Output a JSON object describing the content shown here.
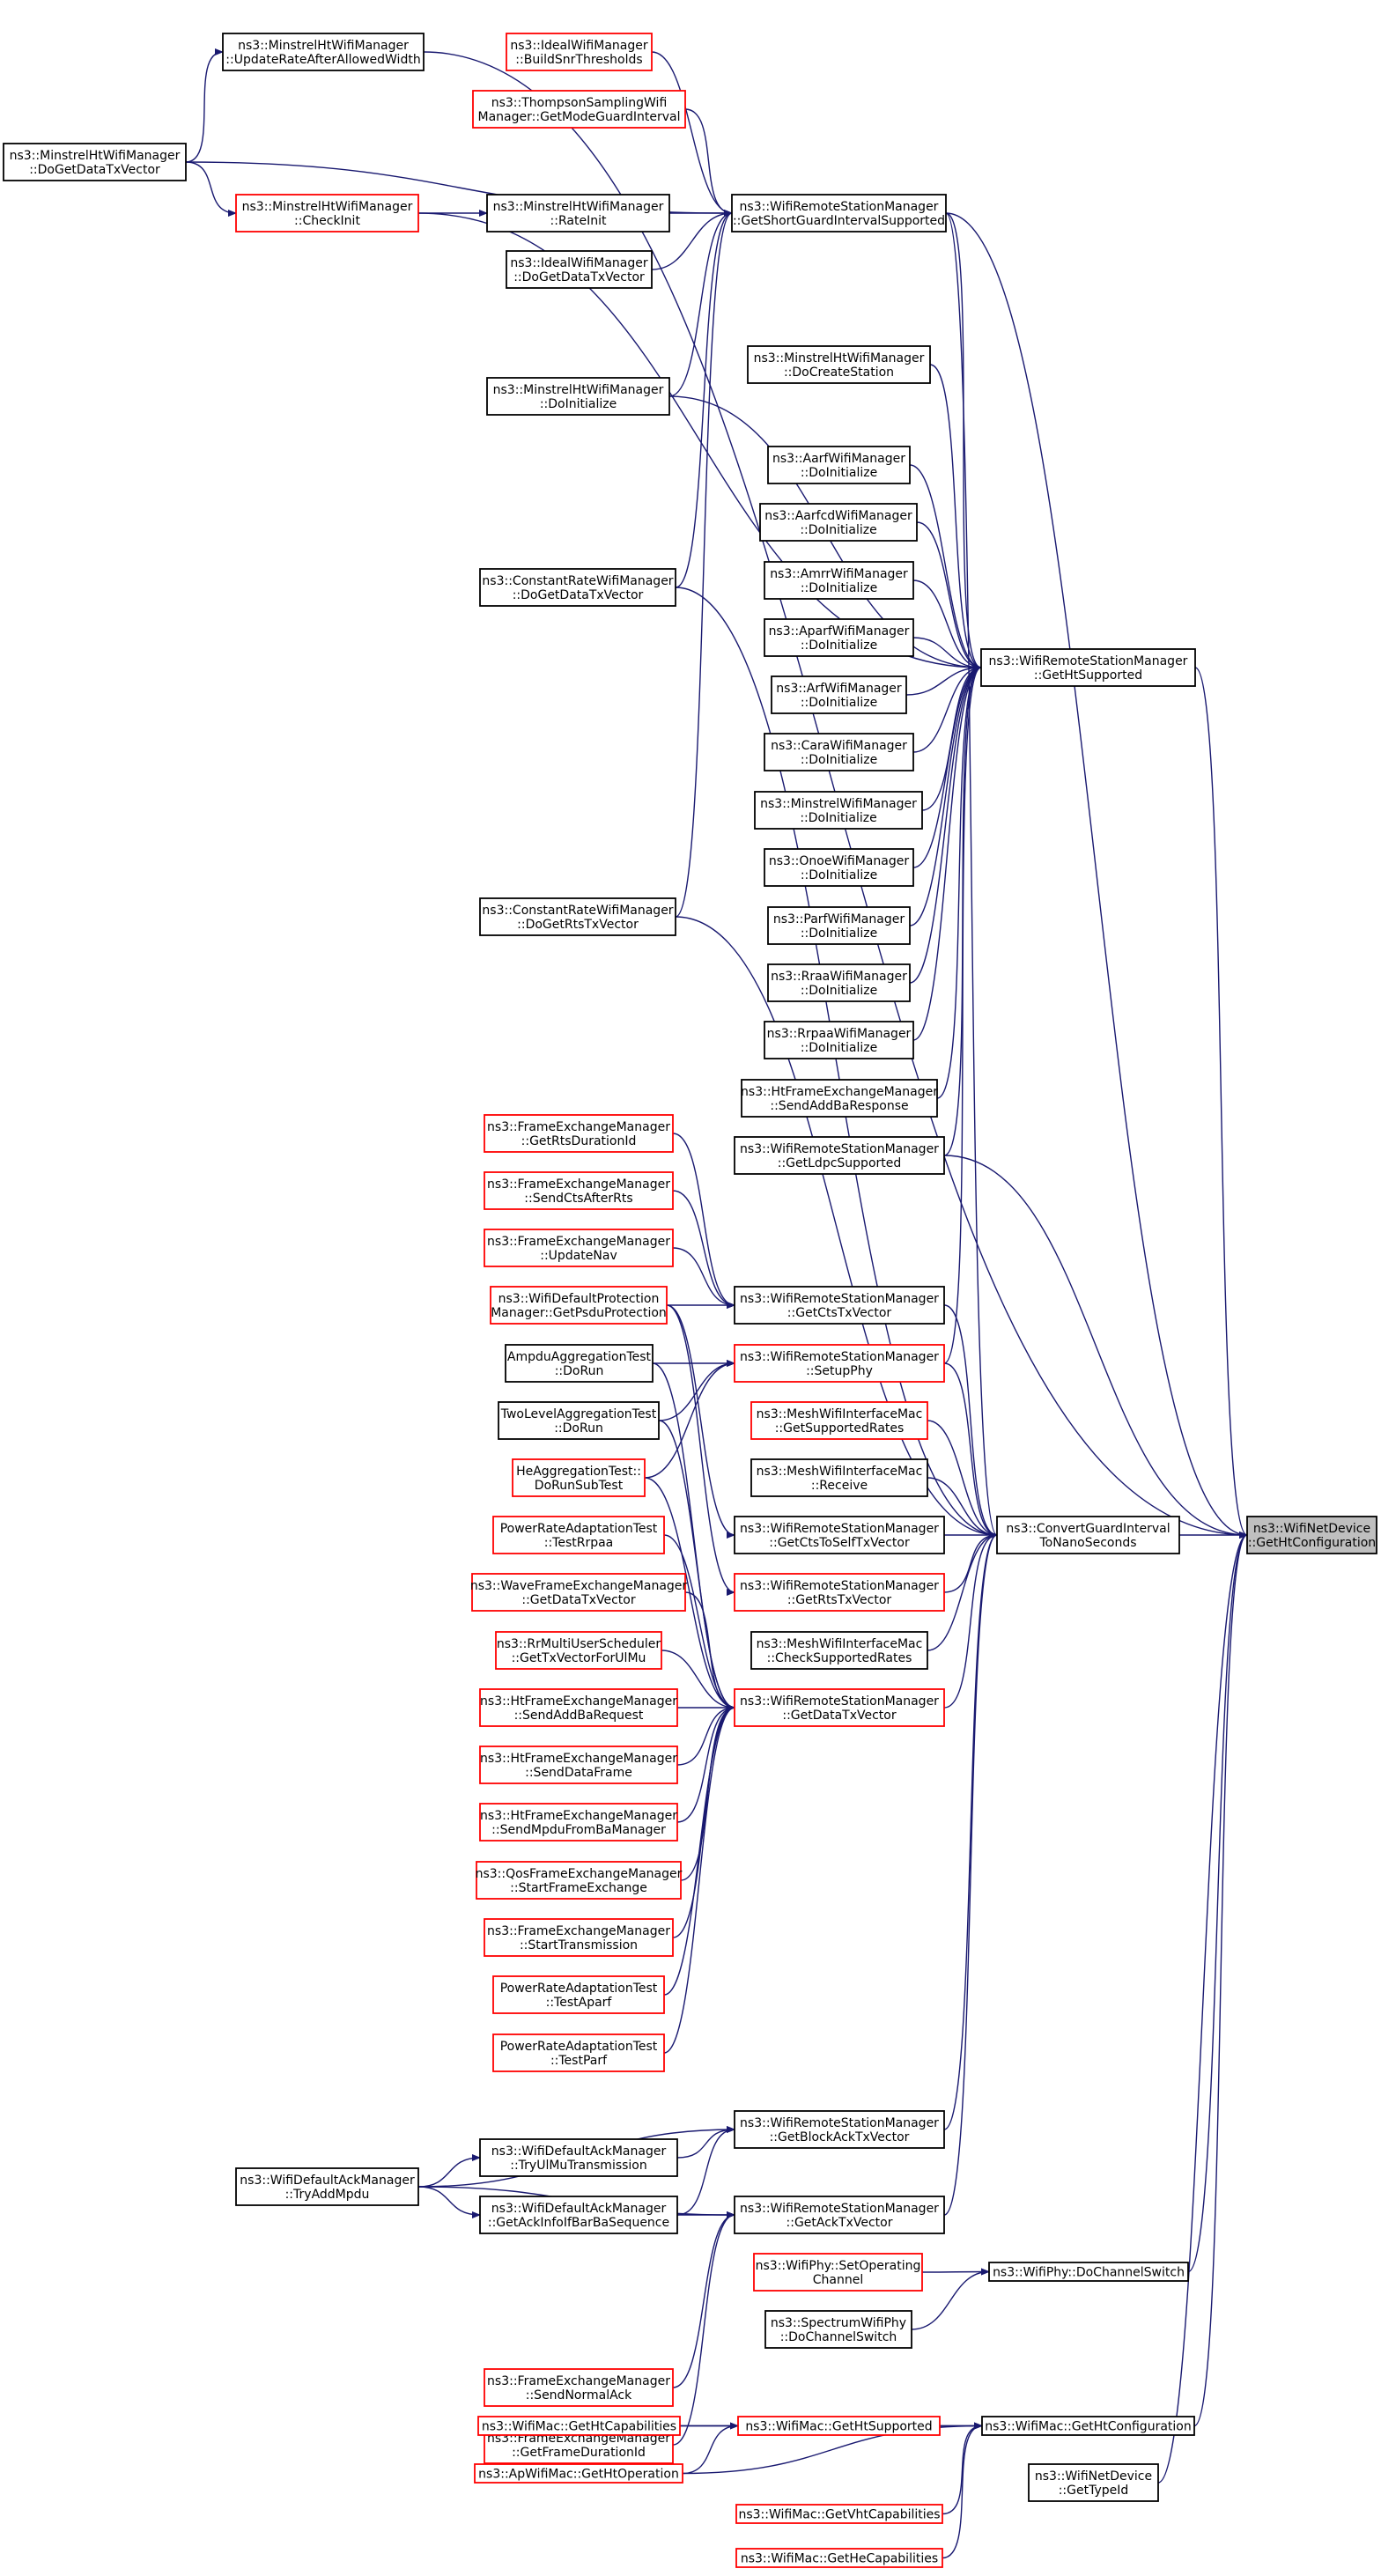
{
  "colors": {
    "edge": "#191970",
    "red_border": "#ff0000",
    "black_border": "#000000",
    "highlight_fill": "#bfbfbf"
  },
  "nodes": {
    "mhUpdateRate": {
      "lines": [
        "ns3::MinstrelHtWifiManager",
        "::UpdateRateAfterAllowedWidth"
      ],
      "border": "black"
    },
    "mhDoGetData": {
      "lines": [
        "ns3::MinstrelHtWifiManager",
        "::DoGetDataTxVector"
      ],
      "border": "black"
    },
    "mhCheckInit": {
      "lines": [
        "ns3::MinstrelHtWifiManager",
        "::CheckInit"
      ],
      "border": "red"
    },
    "mhRateInit": {
      "lines": [
        "ns3::MinstrelHtWifiManager",
        "::RateInit"
      ],
      "border": "black"
    },
    "idealBuildSnr": {
      "lines": [
        "ns3::IdealWifiManager",
        "::BuildSnrThresholds"
      ],
      "border": "red"
    },
    "thompsonGI": {
      "lines": [
        "ns3::ThompsonSamplingWifi",
        "Manager::GetModeGuardInterval"
      ],
      "border": "red"
    },
    "idealDoGetData": {
      "lines": [
        "ns3::IdealWifiManager",
        "::DoGetDataTxVector"
      ],
      "border": "black"
    },
    "mhDoInit": {
      "lines": [
        "ns3::MinstrelHtWifiManager",
        "::DoInitialize"
      ],
      "border": "black"
    },
    "mhDoCreate": {
      "lines": [
        "ns3::MinstrelHtWifiManager",
        "::DoCreateStation"
      ],
      "border": "black"
    },
    "rsmShortGI": {
      "lines": [
        "ns3::WifiRemoteStationManager",
        "::GetShortGuardIntervalSupported"
      ],
      "border": "black"
    },
    "aarf": {
      "lines": [
        "ns3::AarfWifiManager",
        "::DoInitialize"
      ],
      "border": "black"
    },
    "aarfcd": {
      "lines": [
        "ns3::AarfcdWifiManager",
        "::DoInitialize"
      ],
      "border": "black"
    },
    "amrr": {
      "lines": [
        "ns3::AmrrWifiManager",
        "::DoInitialize"
      ],
      "border": "black"
    },
    "aparf": {
      "lines": [
        "ns3::AparfWifiManager",
        "::DoInitialize"
      ],
      "border": "black"
    },
    "arf": {
      "lines": [
        "ns3::ArfWifiManager",
        "::DoInitialize"
      ],
      "border": "black"
    },
    "cara": {
      "lines": [
        "ns3::CaraWifiManager",
        "::DoInitialize"
      ],
      "border": "black"
    },
    "minstrel": {
      "lines": [
        "ns3::MinstrelWifiManager",
        "::DoInitialize"
      ],
      "border": "black"
    },
    "onoe": {
      "lines": [
        "ns3::OnoeWifiManager",
        "::DoInitialize"
      ],
      "border": "black"
    },
    "parf": {
      "lines": [
        "ns3::ParfWifiManager",
        "::DoInitialize"
      ],
      "border": "black"
    },
    "rraa": {
      "lines": [
        "ns3::RraaWifiManager",
        "::DoInitialize"
      ],
      "border": "black"
    },
    "rrpaa": {
      "lines": [
        "ns3::RrpaaWifiManager",
        "::DoInitialize"
      ],
      "border": "black"
    },
    "htSendAddBaResp": {
      "lines": [
        "ns3::HtFrameExchangeManager",
        "::SendAddBaResponse"
      ],
      "border": "black"
    },
    "rsmLdpc": {
      "lines": [
        "ns3::WifiRemoteStationManager",
        "::GetLdpcSupported"
      ],
      "border": "black"
    },
    "rsmHtSupported": {
      "lines": [
        "ns3::WifiRemoteStationManager",
        "::GetHtSupported"
      ],
      "border": "black"
    },
    "crDoGetData": {
      "lines": [
        "ns3::ConstantRateWifiManager",
        "::DoGetDataTxVector"
      ],
      "border": "black"
    },
    "crDoGetRts": {
      "lines": [
        "ns3::ConstantRateWifiManager",
        "::DoGetRtsTxVector"
      ],
      "border": "black"
    },
    "femGetRtsDur": {
      "lines": [
        "ns3::FrameExchangeManager",
        "::GetRtsDurationId"
      ],
      "border": "red"
    },
    "femSendCts": {
      "lines": [
        "ns3::FrameExchangeManager",
        "::SendCtsAfterRts"
      ],
      "border": "red"
    },
    "femUpdateNav": {
      "lines": [
        "ns3::FrameExchangeManager",
        "::UpdateNav"
      ],
      "border": "red"
    },
    "wdpGetPsdu": {
      "lines": [
        "ns3::WifiDefaultProtection",
        "Manager::GetPsduProtection"
      ],
      "border": "red"
    },
    "ampduTest": {
      "lines": [
        "AmpduAggregationTest",
        "::DoRun"
      ],
      "border": "black"
    },
    "twoLevelTest": {
      "lines": [
        "TwoLevelAggregationTest",
        "::DoRun"
      ],
      "border": "black"
    },
    "heAggTest": {
      "lines": [
        "HeAggregationTest::",
        "DoRunSubTest"
      ],
      "border": "red"
    },
    "rsmGetCts": {
      "lines": [
        "ns3::WifiRemoteStationManager",
        "::GetCtsTxVector"
      ],
      "border": "black"
    },
    "rsmSetupPhy": {
      "lines": [
        "ns3::WifiRemoteStationManager",
        "::SetupPhy"
      ],
      "border": "red"
    },
    "meshGetRates": {
      "lines": [
        "ns3::MeshWifiInterfaceMac",
        "::GetSupportedRates"
      ],
      "border": "red"
    },
    "meshReceive": {
      "lines": [
        "ns3::MeshWifiInterfaceMac",
        "::Receive"
      ],
      "border": "black"
    },
    "rsmGetCtsToSelf": {
      "lines": [
        "ns3::WifiRemoteStationManager",
        "::GetCtsToSelfTxVector"
      ],
      "border": "black"
    },
    "rsmGetRts": {
      "lines": [
        "ns3::WifiRemoteStationManager",
        "::GetRtsTxVector"
      ],
      "border": "red"
    },
    "meshCheckRates": {
      "lines": [
        "ns3::MeshWifiInterfaceMac",
        "::CheckSupportedRates"
      ],
      "border": "black"
    },
    "convertGI": {
      "lines": [
        "ns3::ConvertGuardInterval",
        "ToNanoSeconds"
      ],
      "border": "black"
    },
    "netDevGetHtConf": {
      "lines": [
        "ns3::WifiNetDevice",
        "::GetHtConfiguration"
      ],
      "border": "gray"
    },
    "praTestRrpaa": {
      "lines": [
        "PowerRateAdaptationTest",
        "::TestRrpaa"
      ],
      "border": "red"
    },
    "waveGetData": {
      "lines": [
        "ns3::WaveFrameExchangeManager",
        "::GetDataTxVector"
      ],
      "border": "red"
    },
    "rrMuSched": {
      "lines": [
        "ns3::RrMultiUserScheduler",
        "::GetTxVectorForUlMu"
      ],
      "border": "red"
    },
    "htSendAddBaReq": {
      "lines": [
        "ns3::HtFrameExchangeManager",
        "::SendAddBaRequest"
      ],
      "border": "red"
    },
    "htSendDataFrame": {
      "lines": [
        "ns3::HtFrameExchangeManager",
        "::SendDataFrame"
      ],
      "border": "red"
    },
    "htSendMpdu": {
      "lines": [
        "ns3::HtFrameExchangeManager",
        "::SendMpduFromBaManager"
      ],
      "border": "red"
    },
    "qosStartFE": {
      "lines": [
        "ns3::QosFrameExchangeManager",
        "::StartFrameExchange"
      ],
      "border": "red"
    },
    "femStartTx": {
      "lines": [
        "ns3::FrameExchangeManager",
        "::StartTransmission"
      ],
      "border": "red"
    },
    "praTestAparf": {
      "lines": [
        "PowerRateAdaptationTest",
        "::TestAparf"
      ],
      "border": "red"
    },
    "praTestParf": {
      "lines": [
        "PowerRateAdaptationTest",
        "::TestParf"
      ],
      "border": "red"
    },
    "rsmGetData": {
      "lines": [
        "ns3::WifiRemoteStationManager",
        "::GetDataTxVector"
      ],
      "border": "red"
    },
    "rsmGetBlockAck": {
      "lines": [
        "ns3::WifiRemoteStationManager",
        "::GetBlockAckTxVector"
      ],
      "border": "black"
    },
    "wdaTryUlMu": {
      "lines": [
        "ns3::WifiDefaultAckManager",
        "::TryUlMuTransmission"
      ],
      "border": "black"
    },
    "wdaTryAddMpdu": {
      "lines": [
        "ns3::WifiDefaultAckManager",
        "::TryAddMpdu"
      ],
      "border": "black"
    },
    "wdaGetAckInfo": {
      "lines": [
        "ns3::WifiDefaultAckManager",
        "::GetAckInfoIfBarBaSequence"
      ],
      "border": "black"
    },
    "rsmGetAck": {
      "lines": [
        "ns3::WifiRemoteStationManager",
        "::GetAckTxVector"
      ],
      "border": "black"
    },
    "phySetOpCh": {
      "lines": [
        "ns3::WifiPhy::SetOperating",
        "Channel"
      ],
      "border": "red"
    },
    "phyDoChSw": {
      "lines": [
        "ns3::WifiPhy::DoChannelSwitch"
      ],
      "border": "black"
    },
    "specDoChSw": {
      "lines": [
        "ns3::SpectrumWifiPhy",
        "::DoChannelSwitch"
      ],
      "border": "black"
    },
    "femSendNormalAck": {
      "lines": [
        "ns3::FrameExchangeManager",
        "::SendNormalAck"
      ],
      "border": "red"
    },
    "femGetFrameDur": {
      "lines": [
        "ns3::FrameExchangeManager",
        "::GetFrameDurationId"
      ],
      "border": "red"
    },
    "macGetHtCap": {
      "lines": [
        "ns3::WifiMac::GetHtCapabilities"
      ],
      "border": "red"
    },
    "macGetHtSupp": {
      "lines": [
        "ns3::WifiMac::GetHtSupported"
      ],
      "border": "red"
    },
    "macGetHtConf": {
      "lines": [
        "ns3::WifiMac::GetHtConfiguration"
      ],
      "border": "black"
    },
    "apMacGetHtOp": {
      "lines": [
        "ns3::ApWifiMac::GetHtOperation"
      ],
      "border": "red"
    },
    "macGetVhtCap": {
      "lines": [
        "ns3::WifiMac::GetVhtCapabilities"
      ],
      "border": "red"
    },
    "macGetHeCap": {
      "lines": [
        "ns3::WifiMac::GetHeCapabilities"
      ],
      "border": "red"
    },
    "netDevGetTypeId": {
      "lines": [
        "ns3::WifiNetDevice",
        "::GetTypeId"
      ],
      "border": "black"
    }
  }
}
